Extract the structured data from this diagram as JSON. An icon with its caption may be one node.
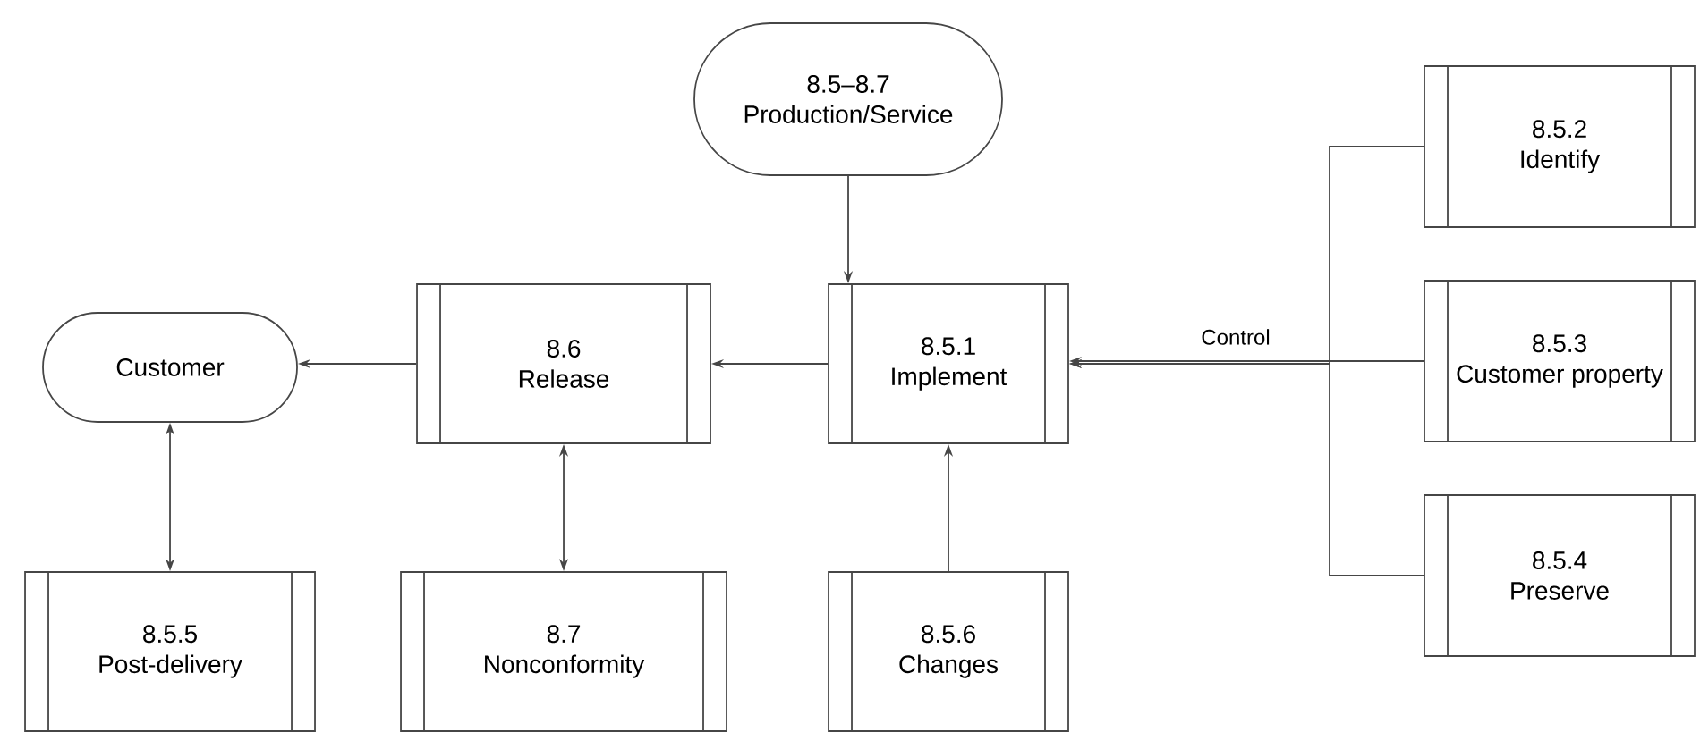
{
  "diagram": {
    "nodes": [
      {
        "text": [
          "8.5–8.7",
          "Production/Service"
        ]
      },
      {
        "text": [
          "Customer"
        ]
      },
      {
        "text": [
          "8.6",
          "Release"
        ]
      },
      {
        "text": [
          "8.5.1",
          "Implement"
        ]
      },
      {
        "text": [
          "8.5.2",
          "Identify"
        ]
      },
      {
        "text": [
          "8.5.3",
          "Customer property"
        ]
      },
      {
        "text": [
          "8.5.4",
          "Preserve"
        ]
      },
      {
        "text": [
          "8.5.5",
          "Post-delivery"
        ]
      },
      {
        "text": [
          "8.7",
          "Nonconformity"
        ]
      },
      {
        "text": [
          "8.5.6",
          "Changes"
        ]
      }
    ],
    "edges": [
      {
        "from": 0,
        "to": 3,
        "arrow": "to"
      },
      {
        "from": 3,
        "to": 2,
        "arrow": "to"
      },
      {
        "from": 2,
        "to": 1,
        "arrow": "to"
      },
      {
        "from": 1,
        "to": 7,
        "arrow": "both"
      },
      {
        "from": 2,
        "to": 8,
        "arrow": "both"
      },
      {
        "from": 9,
        "to": 3,
        "arrow": "to"
      },
      {
        "from": 4,
        "to": 3,
        "arrow": "to"
      },
      {
        "from": 5,
        "to": 3,
        "arrow": "to",
        "label": "Control"
      },
      {
        "from": 6,
        "to": 3,
        "arrow": "to"
      }
    ]
  }
}
